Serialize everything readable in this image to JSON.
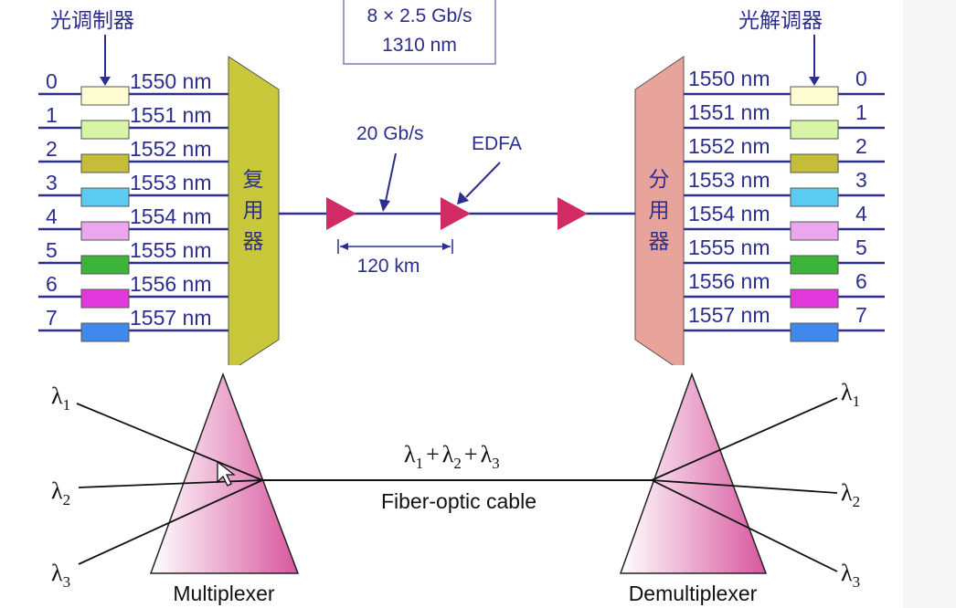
{
  "top": {
    "title_left": "光调制器",
    "title_right": "光解调器",
    "box_line1": "8 × 2.5 Gb/s",
    "box_line2": "1310 nm",
    "mux_label": [
      "复",
      "用",
      "器"
    ],
    "demux_label": [
      "分",
      "用",
      "器"
    ],
    "rate_label": "20 Gb/s",
    "edfa_label": "EDFA",
    "span_label": "120 km",
    "channels": [
      {
        "index": "0",
        "wavelength": "1550 nm",
        "color": "#fdfcd2"
      },
      {
        "index": "1",
        "wavelength": "1551 nm",
        "color": "#d8f5a6"
      },
      {
        "index": "2",
        "wavelength": "1552 nm",
        "color": "#c3bd3a"
      },
      {
        "index": "3",
        "wavelength": "1553 nm",
        "color": "#5ccbf2"
      },
      {
        "index": "4",
        "wavelength": "1554 nm",
        "color": "#eaa7ee"
      },
      {
        "index": "5",
        "wavelength": "1555 nm",
        "color": "#3cb43a"
      },
      {
        "index": "6",
        "wavelength": "1556 nm",
        "color": "#e239dc"
      },
      {
        "index": "7",
        "wavelength": "1557 nm",
        "color": "#3f88ec"
      }
    ],
    "colors": {
      "line": "#2c2f8e",
      "mux_fill": "#c8c83a",
      "demux_fill": "#e8a49b",
      "amplifier": "#d12a64"
    }
  },
  "bottom": {
    "left_lambdas": [
      {
        "symbol": "λ",
        "sub": "1"
      },
      {
        "symbol": "λ",
        "sub": "2"
      },
      {
        "symbol": "λ",
        "sub": "3"
      }
    ],
    "right_lambdas": [
      {
        "symbol": "λ",
        "sub": "1"
      },
      {
        "symbol": "λ",
        "sub": "2"
      },
      {
        "symbol": "λ",
        "sub": "3"
      }
    ],
    "sum_l1": "λ",
    "sub1": "1",
    "plus1": "+",
    "sum_l2": "λ",
    "sub2": "2",
    "plus2": "+",
    "sum_l3": "λ",
    "sub3": "3",
    "cable_label": "Fiber-optic cable",
    "mux_label": "Multiplexer",
    "demux_label": "Demultiplexer",
    "colors": {
      "prism_dark": "#d8569e",
      "prism_light": "#ffffff"
    }
  }
}
